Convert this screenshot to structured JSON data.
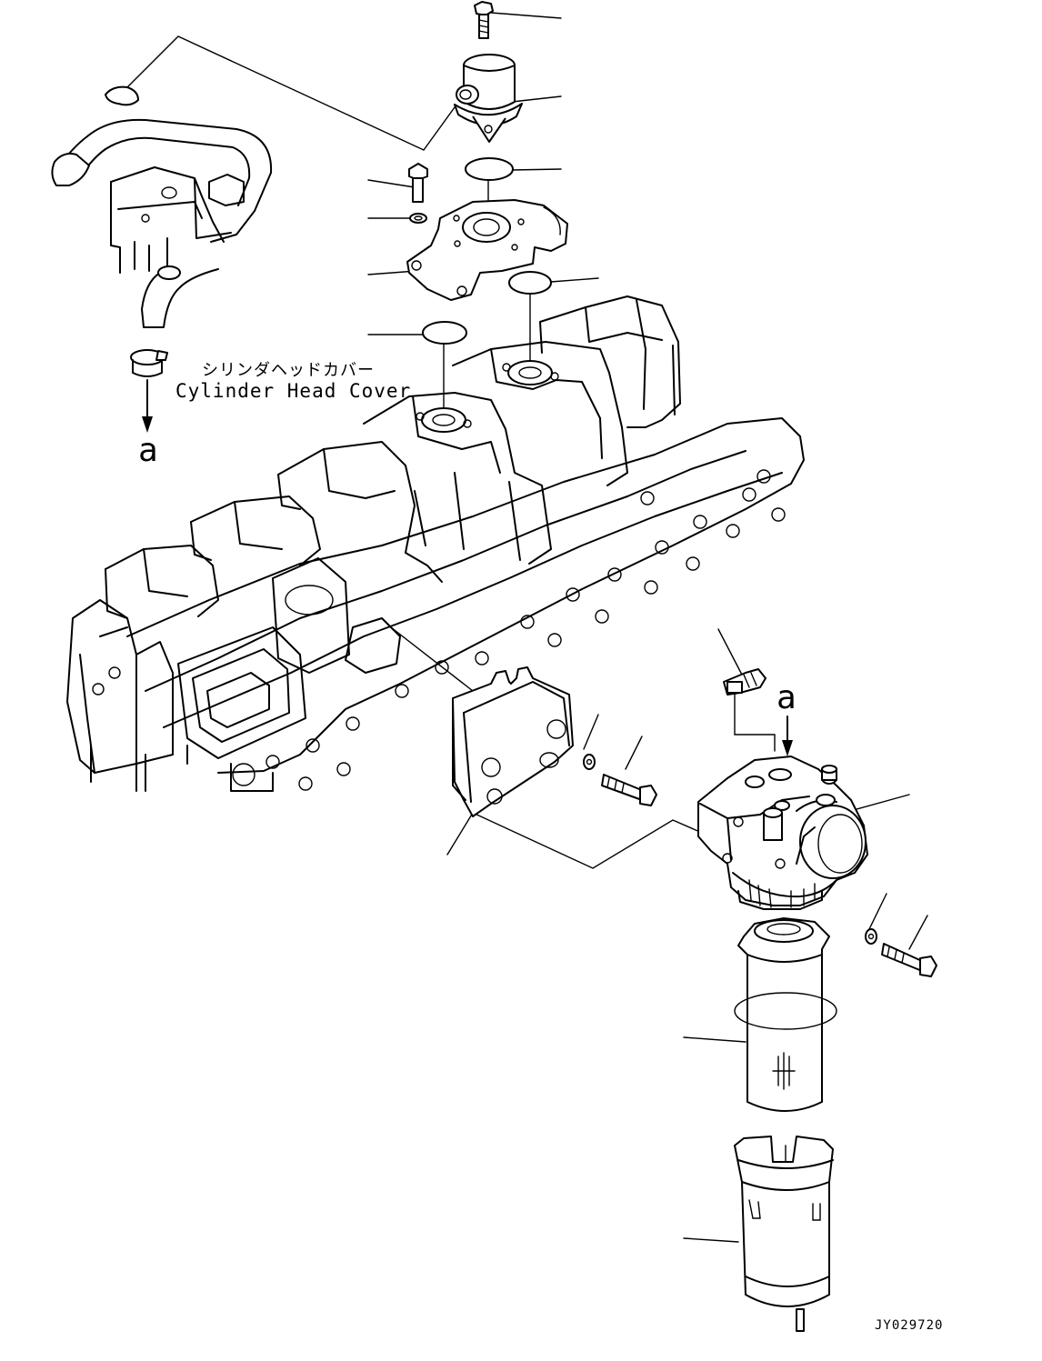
{
  "labels": {
    "cylinder_head_cover_jp": "シリンダヘッドカバー",
    "cylinder_head_cover_en": "Cylinder Head Cover",
    "connection_marker_left": "a",
    "connection_marker_right": "a",
    "drawing_code": "JY029720"
  }
}
